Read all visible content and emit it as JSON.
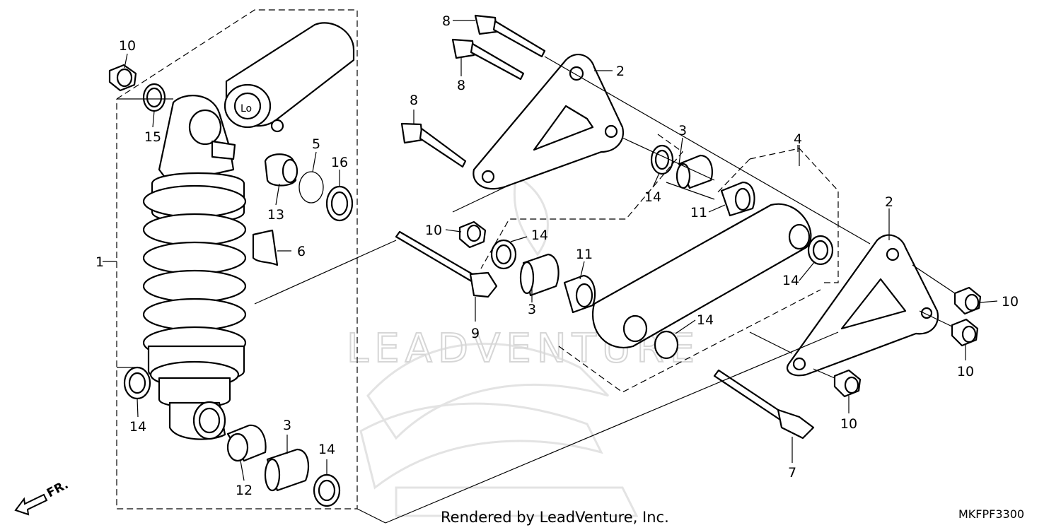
{
  "diagram": {
    "callouts": {
      "shock_absorber": "1",
      "link_plate_upper": "2",
      "link_plate_lower": "2",
      "collar_upper": "3",
      "collar_mid": "3",
      "collar_lower": "3",
      "link_assembly": "4",
      "circlip": "5",
      "label_decal": "6",
      "bolt_lower": "7",
      "bolt_a": "8",
      "bolt_b": "8",
      "bolt_c": "8",
      "pivot_bolt": "9",
      "nut_top_left": "10",
      "nut_mid": "10",
      "nut_right_upper": "10",
      "nut_right_lower": "10",
      "nut_bottom": "10",
      "bearing_upper": "11",
      "bearing_mid": "11",
      "bearing_shock": "12",
      "bushing": "13",
      "seal_upper": "14",
      "seal_mid": "14",
      "seal_link_right": "14",
      "seal_link_lower": "14",
      "seal_shock_left": "14",
      "seal_shock_bottom": "14",
      "washer": "15",
      "dust_seal": "16"
    },
    "watermark": "LEADVENTURE",
    "credit": "Rendered by LeadVenture, Inc.",
    "diagram_code": "MKFPF3300",
    "direction_label": "FR."
  }
}
